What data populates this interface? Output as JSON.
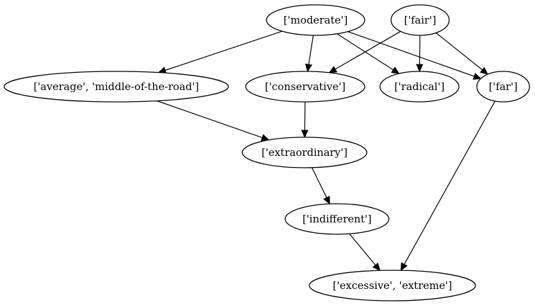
{
  "graph": {
    "nodes": [
      {
        "id": "moderate",
        "label": "['moderate']"
      },
      {
        "id": "fair",
        "label": "['fair']"
      },
      {
        "id": "average",
        "label": "['average', 'middle-of-the-road']"
      },
      {
        "id": "conservative",
        "label": "['conservative']"
      },
      {
        "id": "radical",
        "label": "['radical']"
      },
      {
        "id": "far",
        "label": "['far']"
      },
      {
        "id": "extraordinary",
        "label": "['extraordinary']"
      },
      {
        "id": "indifferent",
        "label": "['indifferent']"
      },
      {
        "id": "excessive",
        "label": "['excessive', 'extreme']"
      }
    ],
    "edges": [
      {
        "from": "moderate",
        "to": "average"
      },
      {
        "from": "moderate",
        "to": "conservative"
      },
      {
        "from": "moderate",
        "to": "radical"
      },
      {
        "from": "moderate",
        "to": "far"
      },
      {
        "from": "fair",
        "to": "conservative"
      },
      {
        "from": "fair",
        "to": "radical"
      },
      {
        "from": "fair",
        "to": "far"
      },
      {
        "from": "average",
        "to": "extraordinary"
      },
      {
        "from": "conservative",
        "to": "extraordinary"
      },
      {
        "from": "extraordinary",
        "to": "indifferent"
      },
      {
        "from": "indifferent",
        "to": "excessive"
      },
      {
        "from": "far",
        "to": "excessive"
      }
    ]
  }
}
